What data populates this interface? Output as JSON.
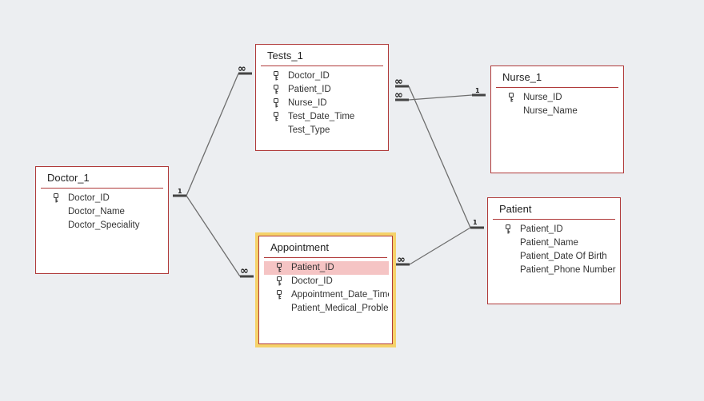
{
  "tables": {
    "tests": {
      "title": "Tests_1",
      "fields": [
        {
          "name": "Doctor_ID",
          "key": true
        },
        {
          "name": "Patient_ID",
          "key": true
        },
        {
          "name": "Nurse_ID",
          "key": true
        },
        {
          "name": "Test_Date_Time",
          "key": true
        },
        {
          "name": "Test_Type",
          "key": false
        }
      ]
    },
    "nurse": {
      "title": "Nurse_1",
      "fields": [
        {
          "name": "Nurse_ID",
          "key": true
        },
        {
          "name": "Nurse_Name",
          "key": false
        }
      ]
    },
    "doctor": {
      "title": "Doctor_1",
      "fields": [
        {
          "name": "Doctor_ID",
          "key": true
        },
        {
          "name": "Doctor_Name",
          "key": false
        },
        {
          "name": "Doctor_Speciality",
          "key": false
        }
      ]
    },
    "appointment": {
      "title": "Appointment",
      "fields": [
        {
          "name": "Patient_ID",
          "key": true,
          "highlight": true
        },
        {
          "name": "Doctor_ID",
          "key": true
        },
        {
          "name": "Appointment_Date_Time",
          "key": true
        },
        {
          "name": "Patient_Medical_Problem",
          "key": false
        }
      ]
    },
    "patient": {
      "title": "Patient",
      "fields": [
        {
          "name": "Patient_ID",
          "key": true
        },
        {
          "name": "Patient_Name",
          "key": false
        },
        {
          "name": "Patient_Date Of Birth",
          "key": false
        },
        {
          "name": "Patient_Phone Number",
          "key": false
        }
      ]
    }
  },
  "relationships": {
    "one": "1",
    "many": "∞"
  },
  "colors": {
    "table_border": "#b03a3a",
    "selection": "#f5d26a",
    "highlight_row": "#f5c4c4",
    "line": "#666666"
  }
}
